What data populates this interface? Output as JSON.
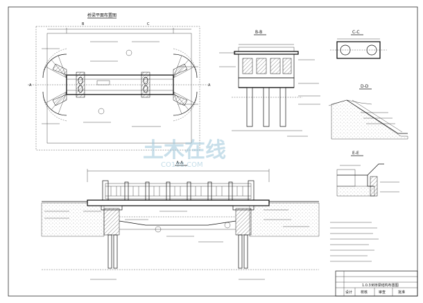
{
  "views": {
    "plan": {
      "title": "桥梁平面布置图"
    },
    "section_bb": {
      "title": "B-B"
    },
    "section_cc": {
      "title": "C-C"
    },
    "section_dd": {
      "title": "D-D"
    },
    "section_ee": {
      "title": "E-E"
    },
    "elevation_aa": {
      "title": "A-A"
    }
  },
  "title_block": {
    "drawing_title": "1.0.3米桥梁结构布置图",
    "fields": [
      "设计",
      "校核",
      "审查",
      "批准"
    ]
  },
  "watermark": {
    "main": "土木在线",
    "sub": "CO188.COM"
  }
}
